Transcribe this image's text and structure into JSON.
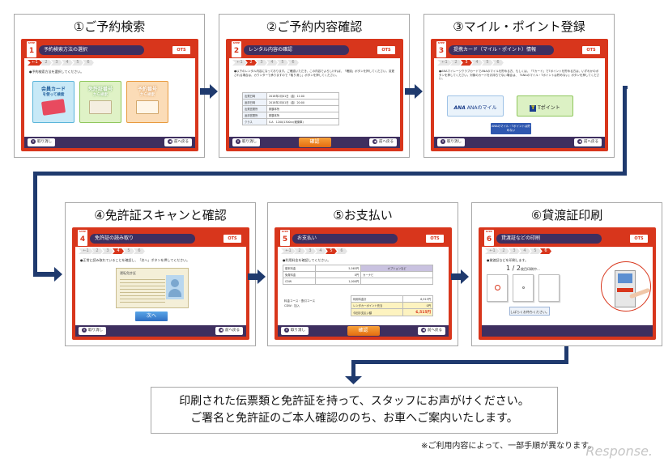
{
  "panels": [
    {
      "title": "①ご予約検索",
      "step": "1",
      "bar": "予約検索方法の選択",
      "instr": "●予約検索方法を選択してください。",
      "cards": [
        "会員カード",
        "を使って検索",
        "免許証番号",
        "から検索",
        "予約番号",
        "から検索"
      ],
      "footer_left": "取り消し",
      "footer_right": "前へ戻る"
    },
    {
      "title": "②ご予約内容確認",
      "step": "2",
      "bar": "レンタル内容の確認",
      "instr": "●以下のレンタル内容になっております。ご確認いただき、この内容でよろしければ、「確認」ボタンを押してください。変更される場合は、カウンターで承りますので「取り消し」ボタンを押してください。",
      "rows": [
        [
          "出発日時",
          "2018年2月01日（金）11:00"
        ],
        [
          "返却日時",
          "2018年2月01日（金）20:00"
        ],
        [
          "出発営業所",
          "那覇本所"
        ],
        [
          "返却営業所",
          "那覇本所"
        ],
        [
          "クラス",
          "S-A　1200/1300cc(軽乗車)"
        ]
      ],
      "center_btn": "確認",
      "footer_left": "取り消し",
      "footer_right": "前へ戻る"
    },
    {
      "title": "③マイル・ポイント登録",
      "step": "3",
      "bar": "提携カード（マイル・ポイント）情報",
      "instr": "●ANAマイレージクラブカードでANAのマイルを貯める方、もしくは、「Tカード」でTポイントを貯める方は、いずれかのボタンを押してください。対象のカードをお持ちでない場合は、「ANAのマイル・Tポイントは貯めない」ボタンを押してください。",
      "ana": "ANAのマイル",
      "ana_logo": "ANA",
      "tpoint": "Tポイント",
      "tlogo": "T",
      "no_btn": "ANAのマイル・Tポイントは貯めない",
      "footer_left": "取り消し",
      "footer_right": "前へ戻る"
    },
    {
      "title": "④免許証スキャンと確認",
      "step": "4",
      "bar": "免許証の読み取り",
      "instr": "●正常に読み取れていることを確認し、「次へ」ボタンを押してください。",
      "license": "運転免許証",
      "next_btn": "次へ",
      "footer_left": "取り消し",
      "footer_right": "前へ戻る"
    },
    {
      "title": "⑤お支払い",
      "step": "5",
      "bar": "お支払い",
      "instr": "●利用料金を確認してください。",
      "rows": [
        [
          "基本料金",
          "5,565円",
          "オプションなど"
        ],
        [
          "免責料金",
          "0円",
          "カーナビ"
        ],
        [
          "CDW",
          "1,000円",
          ""
        ]
      ],
      "sub1": "料金コース・割引コース",
      "sub2": "CDW：加入",
      "sums": [
        [
          "利用料金計",
          "6,915円"
        ],
        [
          "レンタカーポイント充当",
          "0円"
        ],
        [
          "今回お支払い額",
          "6,515円"
        ]
      ],
      "center_btn": "確認",
      "footer_left": "取り消し",
      "footer_right": "前へ戻る"
    },
    {
      "title": "⑥貸渡証印刷",
      "step": "6",
      "bar": "貸渡証などの印刷",
      "instr": "●貸渡証などを印刷します。",
      "count": "1 / 2",
      "count_sub": "枚目印刷中...",
      "wait": "しばらくお待ちください。"
    }
  ],
  "message": {
    "line1": "印刷された伝票類と免許証を持って、スタッフにお声がけください。",
    "line2": "ご署名と免許証のご本人確認ののち、お車へご案内いたします。"
  },
  "note": "※ご利用内容によって、一部手順が異なります。",
  "watermark": "Response.",
  "colors": {
    "accent": "#d8361c",
    "navy": "#1f3a6e",
    "dark": "#3e2f5f"
  }
}
